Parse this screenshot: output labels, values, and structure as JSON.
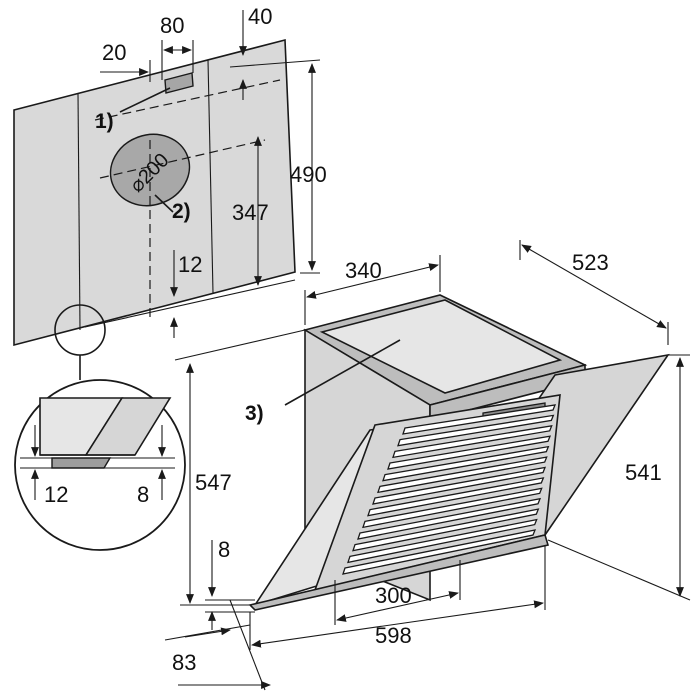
{
  "dimensions": {
    "d20": "20",
    "d80": "80",
    "d40": "40",
    "d490": "490",
    "d347": "347",
    "d12_wall": "12",
    "diameter": "⌀200",
    "d340": "340",
    "d523": "523",
    "d547": "547",
    "d541": "541",
    "d8_side": "8",
    "d300": "300",
    "d598": "598",
    "d83": "83",
    "d12_detail": "12",
    "d8_detail": "8"
  },
  "callouts": {
    "c1": "1)",
    "c2": "2)",
    "c3": "3)"
  }
}
